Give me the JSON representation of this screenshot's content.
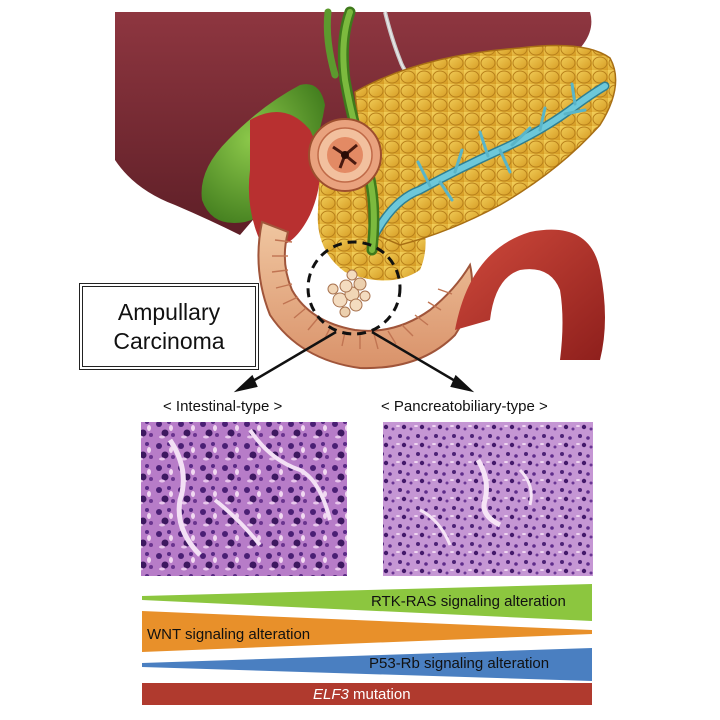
{
  "title_box": {
    "line1": "Ampullary",
    "line2": "Carcinoma"
  },
  "subtypes": {
    "left": "< Intestinal-type >",
    "right": "< Pancreatobiliary-type >"
  },
  "bars": [
    {
      "label": "RTK-RAS signaling alteration",
      "color": "#8cc63f"
    },
    {
      "label": "WNT signaling alteration",
      "color": "#e8902a"
    },
    {
      "label": "P53-Rb signaling alteration",
      "color": "#4a7fc1"
    },
    {
      "label_italic": "ELF3",
      "label_rest": " mutation",
      "color": "#b03a2e"
    }
  ],
  "colors": {
    "liver": "#7a2a32",
    "gallbladder": "#5c9a2e",
    "pancreas": "#e8b83a",
    "duct": "#5ab5c8",
    "duodenum": "#b0322e",
    "histology": "#9a5ab8"
  }
}
